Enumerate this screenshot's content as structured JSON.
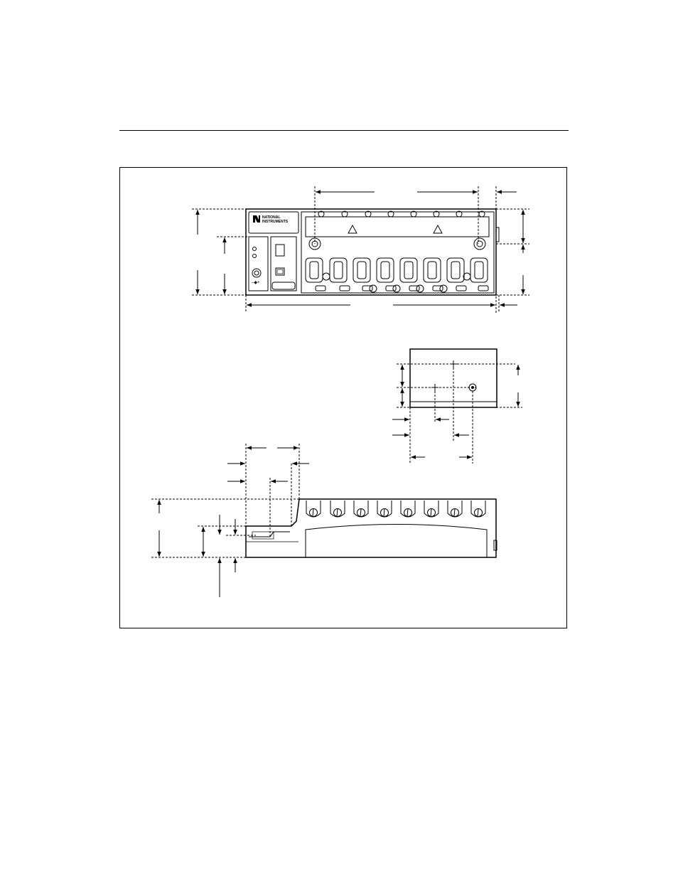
{
  "figure": {
    "front_view": {
      "logo_line1": "NATIONAL",
      "logo_line2": "INSTRUMENTS",
      "module_slots": 8,
      "esd_warning_icons": 2
    },
    "bottom_view": {
      "mounting_holes": 3
    },
    "side_view": {
      "module_latches": 8
    },
    "colors": {
      "line": "#000000",
      "background": "#ffffff"
    }
  }
}
